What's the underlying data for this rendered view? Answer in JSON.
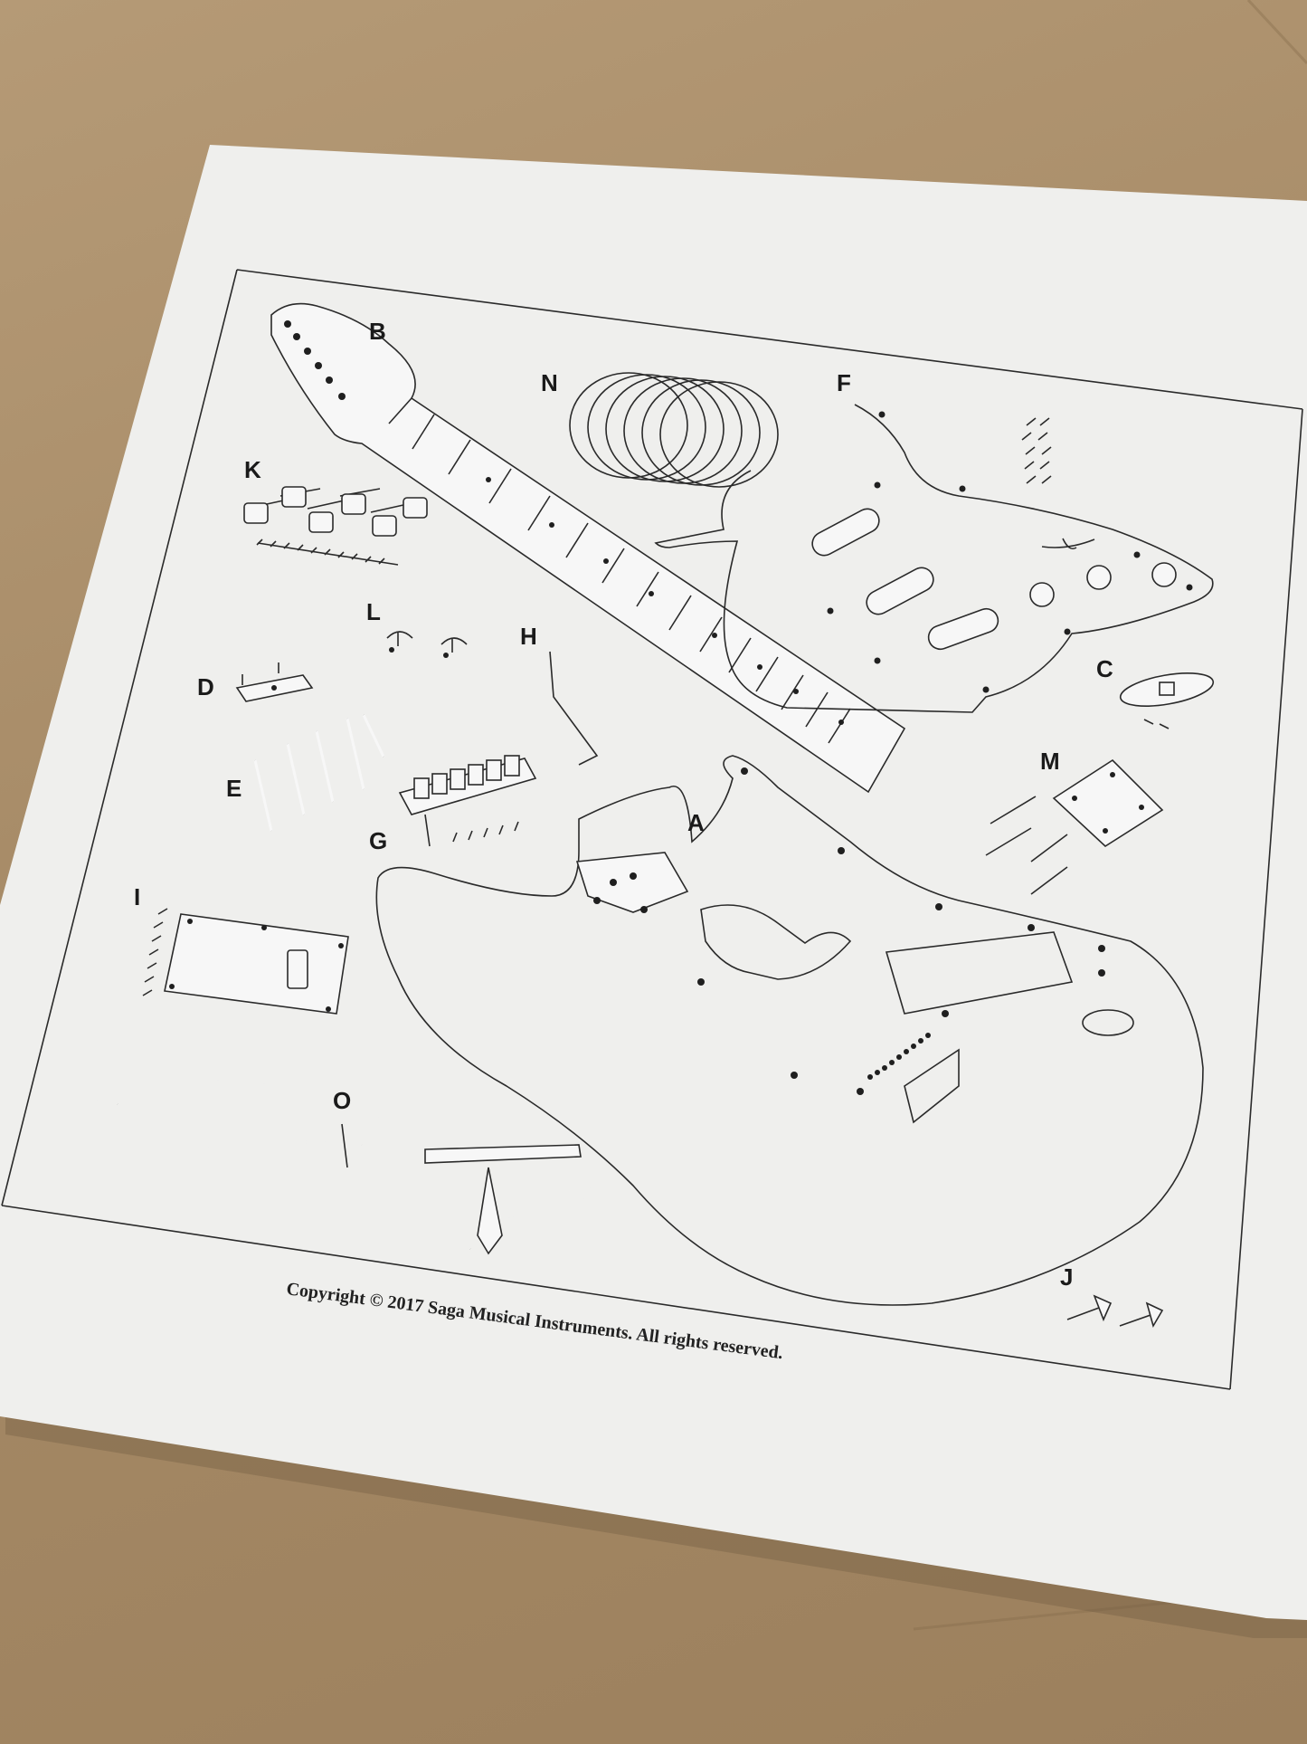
{
  "scene": {
    "description_role": "photo of a printed parts diagram sheet lying on cardboard",
    "colors": {
      "cardboard": "#a88b66",
      "paper": "#efefed",
      "ink": "#1a1a1a"
    }
  },
  "sheet": {
    "part_labels": [
      "A",
      "B",
      "C",
      "D",
      "E",
      "F",
      "G",
      "H",
      "I",
      "J",
      "K",
      "L",
      "M",
      "N",
      "O"
    ],
    "copyright": "Copyright © 2017 Saga Musical Instruments. All rights reserved."
  }
}
